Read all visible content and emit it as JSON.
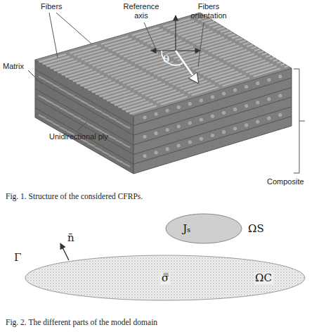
{
  "diagram": {
    "caption": "Fig. 1. Structure of the considered CFRPs.",
    "nodes": [
      {
        "text": [
          "Jₛ",
          "ΩS"
        ]
      },
      {
        "text": [
          "σ̿",
          "ΩC"
        ]
      }
    ],
    "labels": [
      "Fibers",
      "Reference axis",
      "Fibers orientation",
      "θ",
      "Matrix",
      "Unidirectional ply",
      "Composite",
      "Γ",
      "n̄",
      "Fig. 2. The different parts of the model domain"
    ]
  }
}
